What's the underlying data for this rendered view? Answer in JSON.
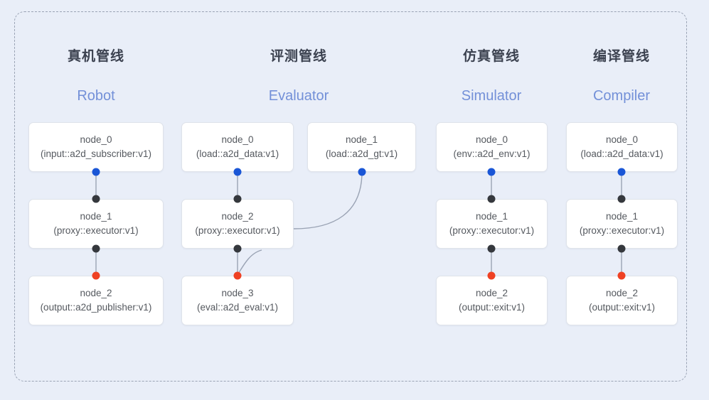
{
  "diagram": {
    "title_visible": false,
    "background_color": "#e9eef8",
    "frame_style": "dashed-rounded",
    "port_colors": {
      "input": "#1a56d6",
      "intermediate": "#35383d",
      "output": "#ef4123"
    },
    "edge_color": "#9aa3b4"
  },
  "columns": [
    {
      "id": "robot",
      "title_cn": "真机管线",
      "title_en": "Robot",
      "nodes": [
        {
          "id": "robot-node-0",
          "name": "node_0",
          "type": "(input::a2d_subscriber:v1)"
        },
        {
          "id": "robot-node-1",
          "name": "node_1",
          "type": "(proxy::executor:v1)"
        },
        {
          "id": "robot-node-2",
          "name": "node_2",
          "type": "(output::a2d_publisher:v1)"
        }
      ]
    },
    {
      "id": "evaluator",
      "title_cn": "评测管线",
      "title_en": "Evaluator",
      "nodes": [
        {
          "id": "eval-node-0",
          "name": "node_0",
          "type": "(load::a2d_data:v1)"
        },
        {
          "id": "eval-node-1",
          "name": "node_1",
          "type": "(load::a2d_gt:v1)"
        },
        {
          "id": "eval-node-2",
          "name": "node_2",
          "type": "(proxy::executor:v1)"
        },
        {
          "id": "eval-node-3",
          "name": "node_3",
          "type": "(eval::a2d_eval:v1)"
        }
      ]
    },
    {
      "id": "simulator",
      "title_cn": "仿真管线",
      "title_en": "Simulator",
      "nodes": [
        {
          "id": "sim-node-0",
          "name": "node_0",
          "type": "(env::a2d_env:v1)"
        },
        {
          "id": "sim-node-1",
          "name": "node_1",
          "type": "(proxy::executor:v1)"
        },
        {
          "id": "sim-node-2",
          "name": "node_2",
          "type": "(output::exit:v1)"
        }
      ]
    },
    {
      "id": "compiler",
      "title_cn": "编译管线",
      "title_en": "Compiler",
      "nodes": [
        {
          "id": "comp-node-0",
          "name": "node_0",
          "type": "(load::a2d_data:v1)"
        },
        {
          "id": "comp-node-1",
          "name": "node_1",
          "type": "(proxy::executor:v1)"
        },
        {
          "id": "comp-node-2",
          "name": "node_2",
          "type": "(output::exit:v1)"
        }
      ]
    }
  ]
}
